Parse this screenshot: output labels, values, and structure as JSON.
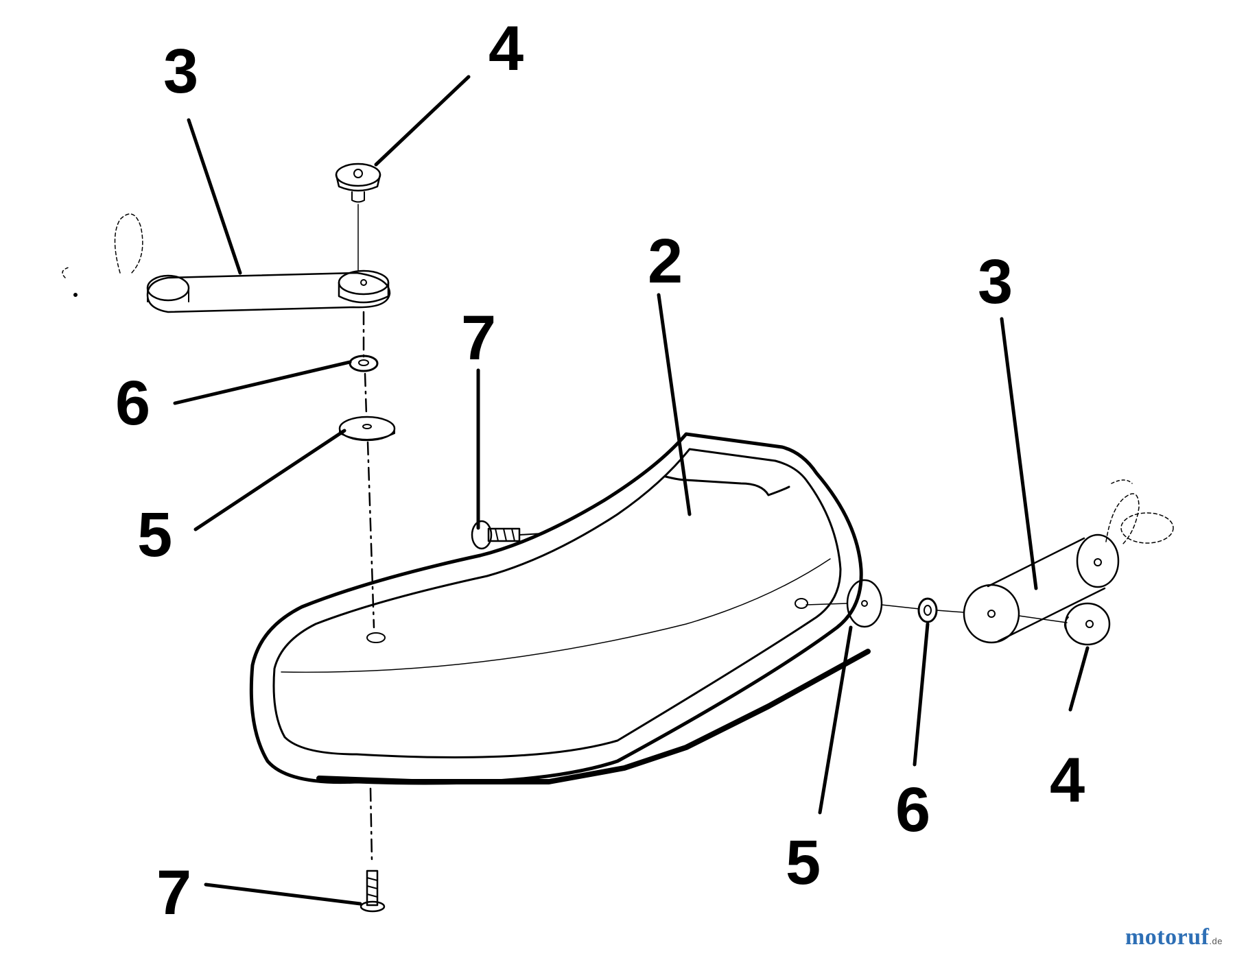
{
  "callouts": {
    "part_2": "2",
    "part_3_left": "3",
    "part_3_right": "3",
    "part_4_left": "4",
    "part_4_right": "4",
    "part_5_left": "5",
    "part_5_right": "5",
    "part_6_left": "6",
    "part_6_right": "6",
    "part_7_top": "7",
    "part_7_bottom": "7"
  },
  "watermark": {
    "brand": "motoruf",
    "tld": ".de"
  },
  "colors": {
    "line": "#000000",
    "watermark": "#2e6fb5"
  }
}
